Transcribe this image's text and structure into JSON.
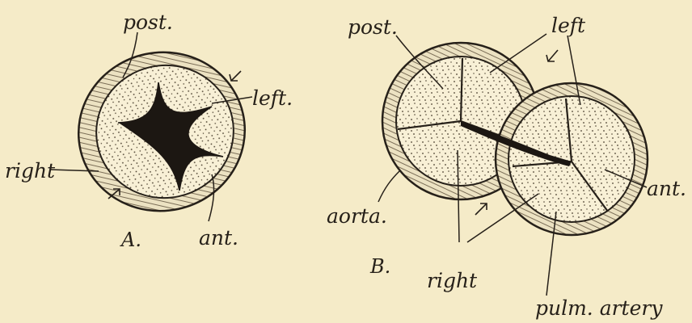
{
  "colors": {
    "paper": "#f5ebc8",
    "ink": "#262019",
    "vessel_fill": "#f8f0d6",
    "orifice": "#1c1712"
  },
  "figure_a": {
    "caption": "A.",
    "labels": {
      "post": "post.",
      "left": "left.",
      "right": "right",
      "ant": "ant."
    }
  },
  "figure_b": {
    "caption": "B.",
    "labels": {
      "post": "post.",
      "left": "left",
      "aorta": "aorta.",
      "right": "right",
      "ant": "ant.",
      "pulm_artery": "pulm. artery"
    }
  }
}
